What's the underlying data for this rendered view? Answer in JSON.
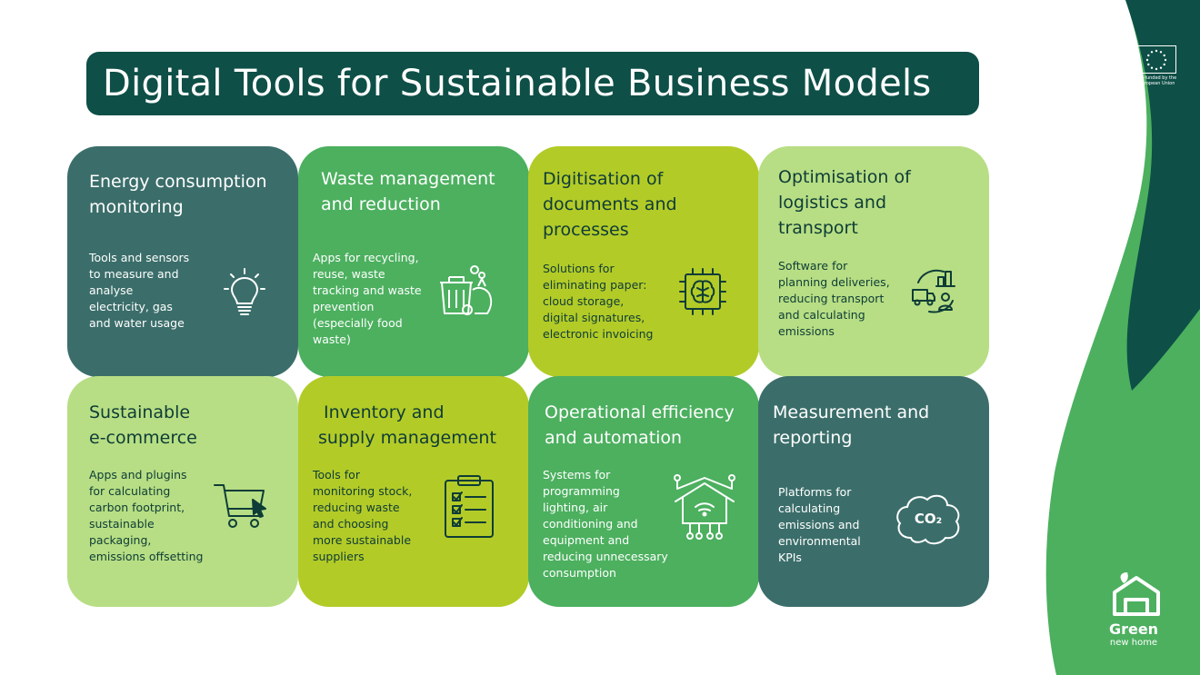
{
  "title": "Digital Tools for Sustainable Business Models",
  "eu_badge": {
    "text": "Co-funded by the European Union",
    "icon": "eu-flag-icon"
  },
  "logo": {
    "name": "Green",
    "subtitle": "new home",
    "icon": "house-leaf-icon"
  },
  "colors": {
    "dark_teal": "#3b6e6a",
    "mid_green": "#4cb05f",
    "lime": "#b3cb27",
    "pale_green": "#b7de84",
    "title_bg": "#0e4f47",
    "wave_dark": "#0e4f47",
    "wave_light": "#4cb05f"
  },
  "tiles": [
    {
      "title_lines": [
        "Energy consumption",
        "monitoring"
      ],
      "desc_lines": [
        "Tools and sensors",
        "to measure and",
        "analyse",
        "electricity, gas",
        "and water usage"
      ],
      "icon": "lightbulb-icon"
    },
    {
      "title_lines": [
        "Waste management",
        "and reduction"
      ],
      "desc_lines": [
        "Apps for recycling,",
        "reuse, waste",
        "tracking and waste",
        "prevention",
        "(especially food",
        "waste)"
      ],
      "icon": "waste-bin-icon"
    },
    {
      "title_lines": [
        "Digitisation of",
        "documents and",
        "processes"
      ],
      "desc_lines": [
        "Solutions for",
        "eliminating paper:",
        "cloud storage,",
        "digital signatures,",
        "electronic invoicing"
      ],
      "icon": "brain-chip-icon"
    },
    {
      "title_lines": [
        "Optimisation of",
        "logistics and",
        "transport"
      ],
      "desc_lines": [
        "Software for",
        "planning deliveries,",
        "reducing transport",
        "and calculating",
        "emissions"
      ],
      "icon": "logistics-icon"
    },
    {
      "title_lines": [
        "Sustainable",
        "e-commerce"
      ],
      "desc_lines": [
        "Apps and plugins",
        "for calculating",
        "carbon footprint,",
        "sustainable",
        "packaging,",
        "emissions offsetting"
      ],
      "icon": "shopping-cart-icon"
    },
    {
      "title_lines": [
        "Inventory and",
        "supply management"
      ],
      "desc_lines": [
        "Tools for",
        "monitoring stock,",
        "reducing waste",
        "and choosing",
        "more sustainable",
        "suppliers"
      ],
      "icon": "clipboard-checklist-icon"
    },
    {
      "title_lines": [
        "Operational efficiency",
        "and automation"
      ],
      "desc_lines": [
        "Systems for",
        "programming",
        "lighting, air",
        "conditioning and",
        "equipment and",
        "reducing unnecessary",
        "consumption"
      ],
      "icon": "smart-home-icon"
    },
    {
      "title_lines": [
        "Measurement and",
        "reporting"
      ],
      "desc_lines": [
        "Platforms for",
        "calculating",
        "emissions and",
        "environmental",
        "KPIs"
      ],
      "icon": "co2-cloud-icon"
    }
  ],
  "co2_label": "CO₂"
}
